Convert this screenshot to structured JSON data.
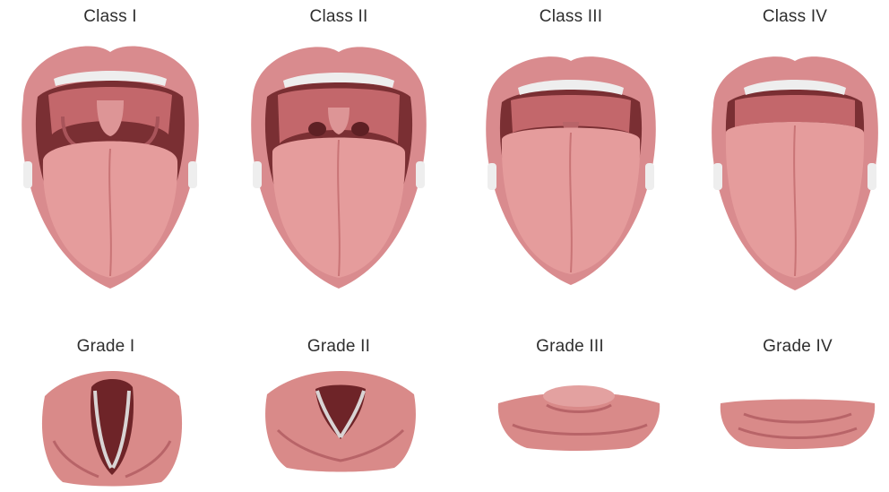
{
  "mallampati": [
    {
      "label": "Class I",
      "view": "full-uvula-pillars"
    },
    {
      "label": "Class II",
      "view": "partial-uvula-faucial-pillars"
    },
    {
      "label": "Class III",
      "view": "soft-palate-uvula-base"
    },
    {
      "label": "Class IV",
      "view": "hard-palate-only"
    }
  ],
  "cormack_lehane": [
    {
      "label": "Grade I",
      "view": "full-glottis"
    },
    {
      "label": "Grade II",
      "view": "partial-glottis"
    },
    {
      "label": "Grade III",
      "view": "epiglottis-only"
    },
    {
      "label": "Grade IV",
      "view": "no-glottic-structures"
    }
  ],
  "colors": {
    "lip": "#d98b8e",
    "lip_dark": "#b8606a",
    "mouth_cavity": "#7a2f33",
    "tongue": "#e59c9c",
    "tongue_shade": "#c97476",
    "teeth": "#eeeeee",
    "palate": "#c3676b",
    "larynx_tissue": "#d98a89",
    "glottis_dark": "#6e2428",
    "vocal_cord": "#d9d4d4",
    "label_text": "#2f2f2f"
  }
}
